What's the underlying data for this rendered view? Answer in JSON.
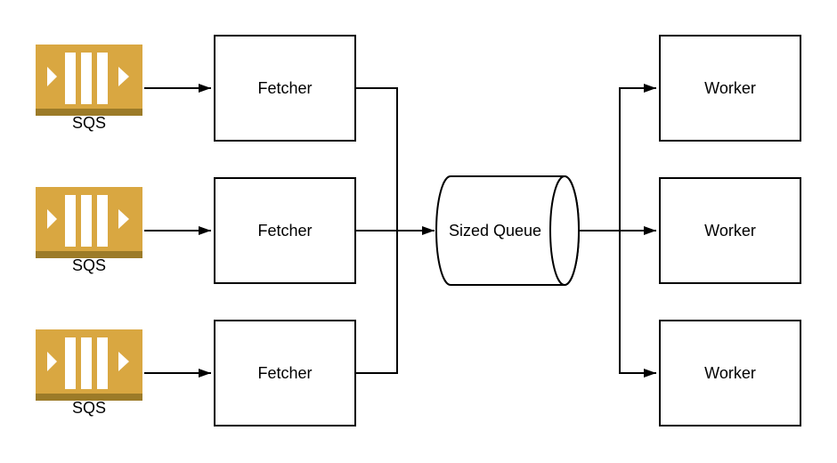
{
  "colors": {
    "background": "#FFFFFF",
    "line": "#000000",
    "node_fill": "#FFFFFF",
    "node_border": "#000000",
    "sqs_body": "#D9A741",
    "sqs_strip": "#9C7B28",
    "sqs_glyph": "#FFFFFF"
  },
  "nodes": {
    "sqs": [
      {
        "label": "SQS"
      },
      {
        "label": "SQS"
      },
      {
        "label": "SQS"
      }
    ],
    "fetchers": [
      {
        "label": "Fetcher"
      },
      {
        "label": "Fetcher"
      },
      {
        "label": "Fetcher"
      }
    ],
    "queue": {
      "label": "Sized Queue"
    },
    "workers": [
      {
        "label": "Worker"
      },
      {
        "label": "Worker"
      },
      {
        "label": "Worker"
      }
    ]
  }
}
